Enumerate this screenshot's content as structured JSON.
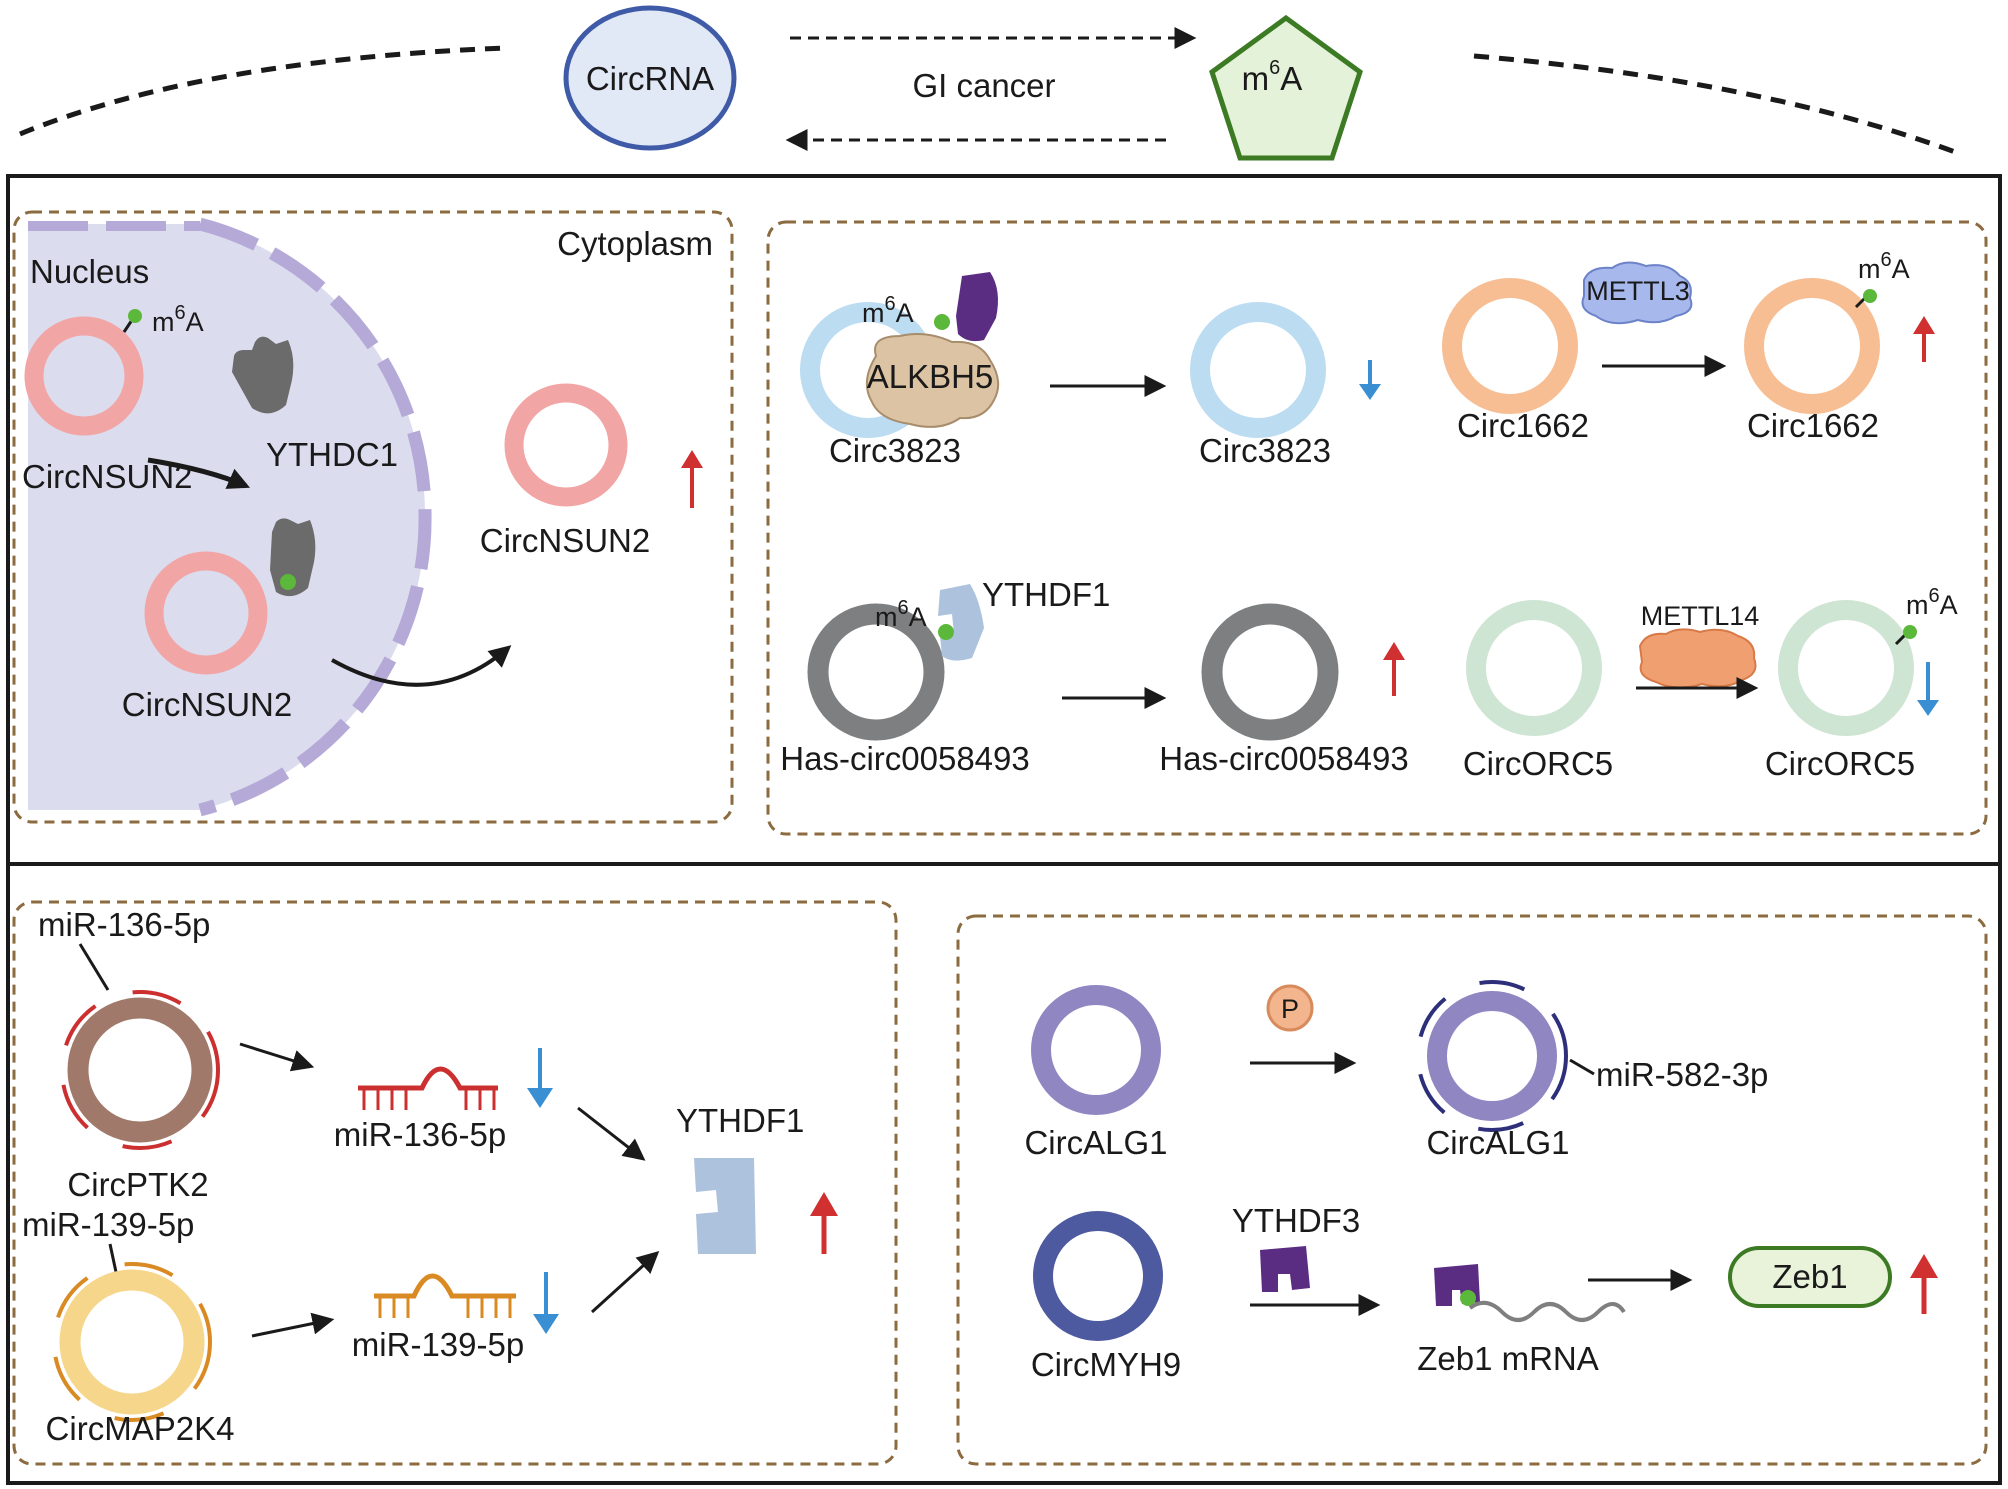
{
  "header": {
    "circrna_label": "CircRNA",
    "m6a_base": "m",
    "m6a_sup": "6",
    "m6a_letter": "A",
    "center_label": "GI cancer"
  },
  "panel_tl": {
    "nucleus": "Nucleus",
    "cytoplasm": "Cytoplasm",
    "circ_label": "CircNSUN2",
    "ythdc1": "YTHDC1"
  },
  "panel_tr": {
    "circ3823": "Circ3823",
    "alkbh5": "ALKBH5",
    "mettl3": "METTL3",
    "circ1662": "Circ1662",
    "ythdf1": "YTHDF1",
    "has_circ": "Has-circ0058493",
    "mettl14": "METTL14",
    "circorc5": "CircORC5"
  },
  "panel_bl": {
    "mir136": "miR-136-5p",
    "mir139": "miR-139-5p",
    "circptk2": "CircPTK2",
    "circmap2k4": "CircMAP2K4",
    "ythdf1": "YTHDF1"
  },
  "panel_br": {
    "circalg1": "CircALG1",
    "p_label": "P",
    "mir582": "miR-582-3p",
    "circmyh9": "CircMYH9",
    "ythdf3": "YTHDF3",
    "zeb1_mrna": "Zeb1 mRNA",
    "zeb1": "Zeb1"
  },
  "colors": {
    "up_arrow": "#d0302f",
    "down_arrow": "#3a8fd3",
    "m6a_dot": "#5cb83a",
    "frame": "#1a1a1a",
    "dashed_box": "#8b6b3f"
  }
}
